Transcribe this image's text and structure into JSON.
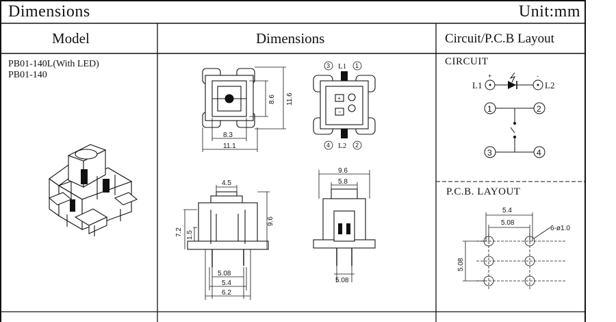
{
  "header": {
    "title": "Dimensions",
    "unit": "Unit:mm"
  },
  "columns": {
    "model": "Model",
    "dimensions": "Dimensions",
    "circuit_layout": "Circuit/P.C.B Layout"
  },
  "models": [
    "PB01-140L(With LED)",
    "PB01-140"
  ],
  "circuit": {
    "label": "CIRCUIT",
    "l1": "L1",
    "l2": "L2",
    "plus": "+",
    "minus": "-",
    "pins": [
      "1",
      "2",
      "3",
      "4"
    ]
  },
  "pcb": {
    "label": "P.C.B. LAYOUT",
    "dim_outer": "5.4",
    "dim_inner": "5.08",
    "dim_vertical": "5.08",
    "hole_note": "6-ø1.0"
  },
  "top_view": {
    "width_inner": "8.3",
    "width_outer": "11.1",
    "height_inner": "8.6",
    "height_outer": "11.6"
  },
  "pin_view": {
    "l1": "L1",
    "l2": "L2",
    "pins": [
      "3",
      "1",
      "4",
      "2"
    ]
  },
  "front_view": {
    "top_width": "4.5",
    "height_total": "9.6",
    "height_a": "7.2",
    "height_b": "1.5",
    "pitch_a": "5.08",
    "pitch_b": "5.4",
    "base_width": "6.2"
  },
  "side_view": {
    "width_outer": "9.6",
    "width_inner": "5.8",
    "pitch": "5.08"
  }
}
